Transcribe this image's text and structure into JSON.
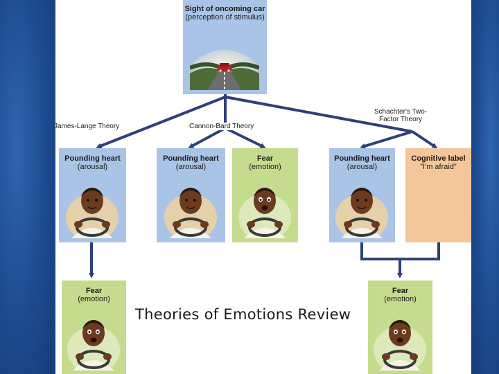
{
  "top_box": {
    "title": "Sight of oncoming car",
    "subtitle": "(perception of stimulus)"
  },
  "theories": {
    "james_lange": "James-Lange Theory",
    "cannon_bard": "Cannon-Bard Theory",
    "schachter": "Schachter's Two-Factor Theory"
  },
  "boxes": {
    "jl_heart": {
      "title": "Pounding heart",
      "sub": "(arousal)"
    },
    "cb_heart": {
      "title": "Pounding heart",
      "sub": "(arousal)"
    },
    "cb_fear": {
      "title": "Fear",
      "sub": "(emotion)"
    },
    "sc_heart": {
      "title": "Pounding heart",
      "sub": "(arousal)"
    },
    "sc_label": {
      "title": "Cognitive label",
      "sub": "\"I'm afraid\""
    },
    "jl_fear": {
      "title": "Fear",
      "sub": "(emotion)"
    },
    "sc_fear": {
      "title": "Fear",
      "sub": "(emotion)"
    }
  },
  "caption": "Theories of Emotions Review",
  "colors": {
    "arrow": "#2f3f7a",
    "arousal_box": "#a9c4e6",
    "emotion_box": "#c5dc8f",
    "label_box": "#f4c79b",
    "background": "#1e4a8c"
  }
}
